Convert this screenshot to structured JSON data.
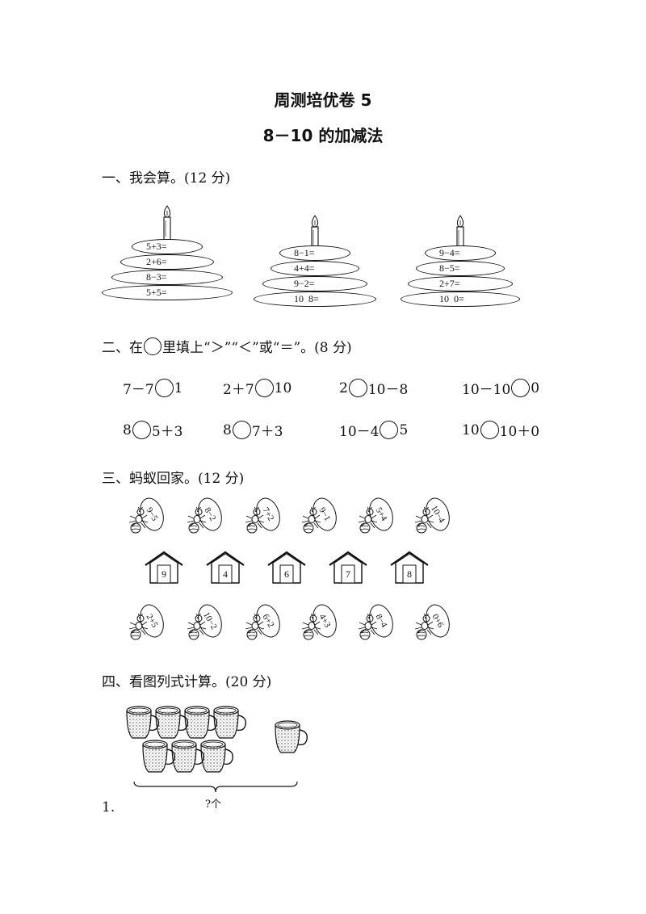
{
  "header": {
    "title": "周测培优卷 5",
    "subtitle": "8－10 的加减法"
  },
  "section1": {
    "heading": "一、我会算。(12 分)",
    "towers": [
      {
        "rings": [
          "5+3=",
          "2+6=",
          "8−3=",
          "5+5="
        ]
      },
      {
        "rings": [
          "8−1=",
          "4+4=",
          "9−2=",
          "10  8="
        ]
      },
      {
        "rings": [
          "9−4=",
          "8−5=",
          "2+7=",
          "10  0="
        ]
      }
    ]
  },
  "section2": {
    "heading_before": "二、在",
    "heading_after": "里填上“＞”“＜”或“＝”。(8 分)",
    "rows": [
      [
        {
          "left": "7－7",
          "right": "1"
        },
        {
          "left": "2＋7",
          "right": "10"
        },
        {
          "left": "2",
          "right": "10－8"
        },
        {
          "left": "10－10",
          "right": "0"
        }
      ],
      [
        {
          "left": "8",
          "right": "5＋3"
        },
        {
          "left": "8",
          "right": "7＋3"
        },
        {
          "left": "10－4",
          "right": "5"
        },
        {
          "left": "10",
          "right": "10＋0"
        }
      ]
    ]
  },
  "section3": {
    "heading": "三、蚂蚁回家。(12 分)",
    "top_ants": [
      "9−5",
      "8−2",
      "7+2",
      "9−1",
      "5+4",
      "10−4"
    ],
    "houses": [
      "9",
      "4",
      "6",
      "7",
      "8"
    ],
    "bottom_ants": [
      "2+5",
      "10−2",
      "6+2",
      "4+3",
      "8−4",
      "0+6"
    ]
  },
  "section4": {
    "heading": "四、看图列式计算。(20 分)",
    "brace_label": "?个",
    "item_number": "1."
  }
}
